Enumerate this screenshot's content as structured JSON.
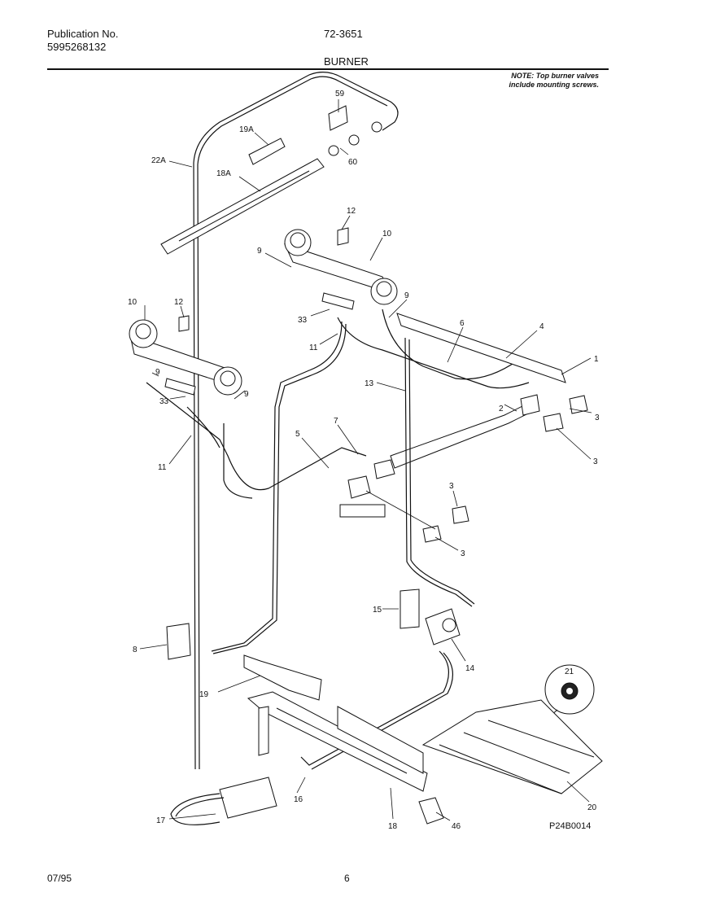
{
  "header": {
    "publication_label": "Publication No.",
    "publication_number": "5995268132",
    "model": "72-3651",
    "section_title": "BURNER",
    "note_line1": "NOTE: Top burner valves",
    "note_line2": "include mounting screws."
  },
  "footer": {
    "date": "07/95",
    "page": "6",
    "drawing_id": "P24B0014"
  },
  "callouts": [
    "59",
    "19A",
    "60",
    "22A",
    "18A",
    "12",
    "10",
    "9",
    "10",
    "12",
    "9",
    "33",
    "11",
    "6",
    "4",
    "1",
    "9",
    "3",
    "33",
    "9",
    "13",
    "2",
    "3",
    "11",
    "5",
    "7",
    "3",
    "3",
    "3",
    "15",
    "8",
    "14",
    "21",
    "19",
    "17",
    "16",
    "18",
    "46",
    "20"
  ]
}
